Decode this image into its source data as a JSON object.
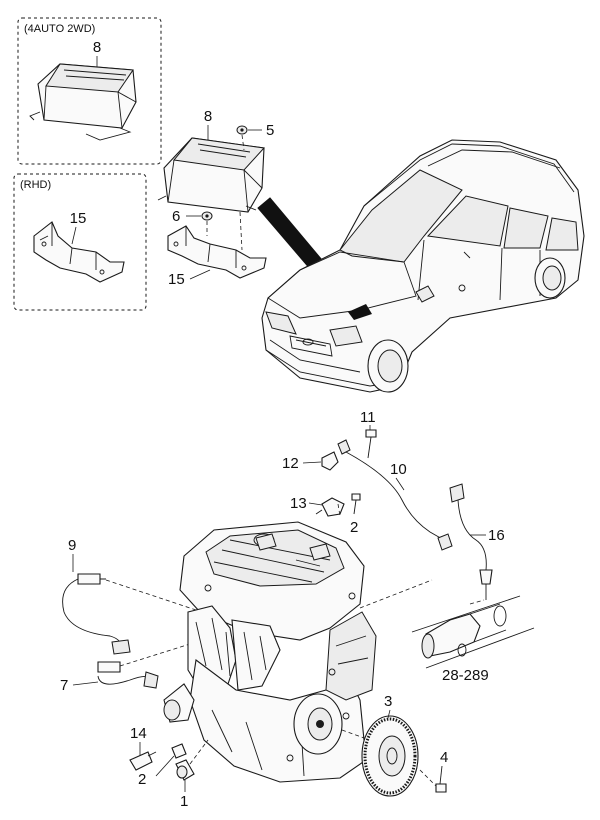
{
  "variant_boxes": {
    "auto_2wd": "(4AUTO 2WD)",
    "rhd": "(RHD)"
  },
  "callouts": {
    "ecu_auto": "8",
    "ecu_main": "8",
    "nut_5": "5",
    "nut_6": "6",
    "bracket_rhd": "15",
    "bracket_main": "15",
    "bolt_11": "11",
    "clip_12": "12",
    "wire_10": "10",
    "sensor_13": "13",
    "bolt_2_upper": "2",
    "sensor_16": "16",
    "sensor_9": "9",
    "sensor_7": "7",
    "ref_28_289": "28-289",
    "drive_plate_3": "3",
    "bolt_4": "4",
    "sensor_14": "14",
    "bolt_2_lower": "2",
    "washer_1": "1"
  },
  "colors": {
    "line": "#1a1a1a",
    "fill_light": "#fafafa",
    "fill_shade": "#ececec"
  }
}
